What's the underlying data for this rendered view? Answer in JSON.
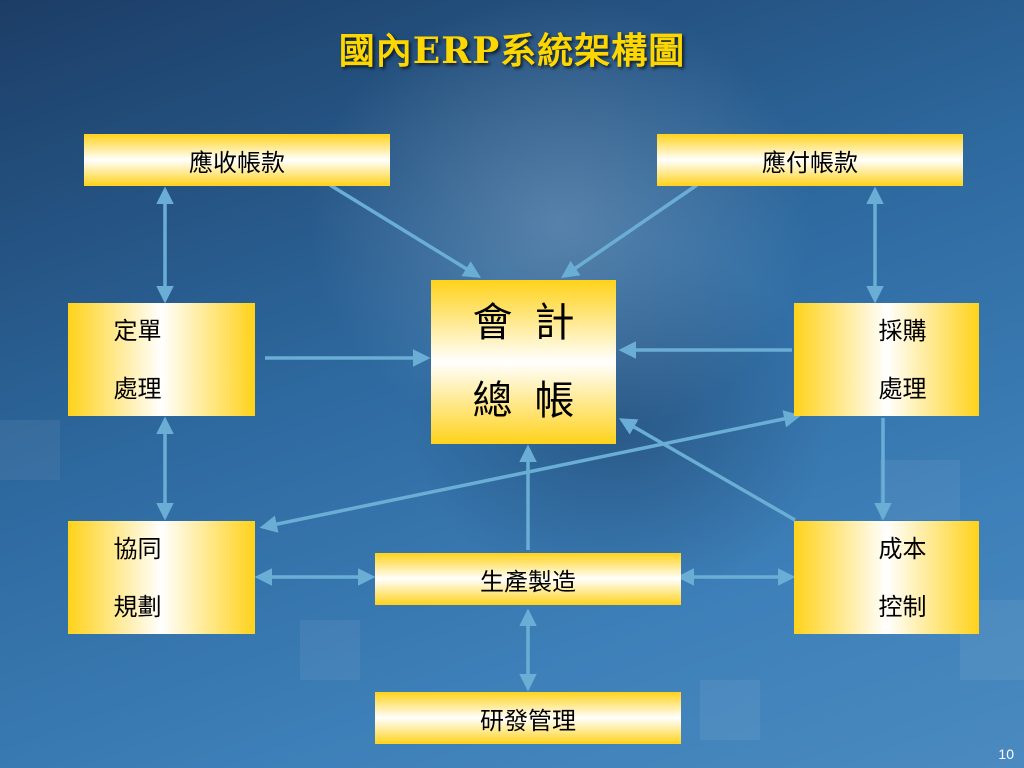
{
  "title": "國內ERP系統架構圖",
  "page_number": "10",
  "nodes": {
    "receivables": {
      "label": "應收帳款"
    },
    "payables": {
      "label": "應付帳款"
    },
    "order": {
      "line1": "定單",
      "line2": "處理"
    },
    "purchasing": {
      "line1": "採購",
      "line2": "處理"
    },
    "ledger": {
      "line1": "會計",
      "line2": "總帳"
    },
    "planning": {
      "line1": "協同",
      "line2": "規劃"
    },
    "cost": {
      "line1": "成本",
      "line2": "控制"
    },
    "manufacturing": {
      "label": "生產製造"
    },
    "rnd": {
      "label": "研發管理"
    }
  },
  "colors": {
    "title": "#ffd700",
    "arrow": "#6aaed6",
    "box_gold": "#ffd21a"
  }
}
